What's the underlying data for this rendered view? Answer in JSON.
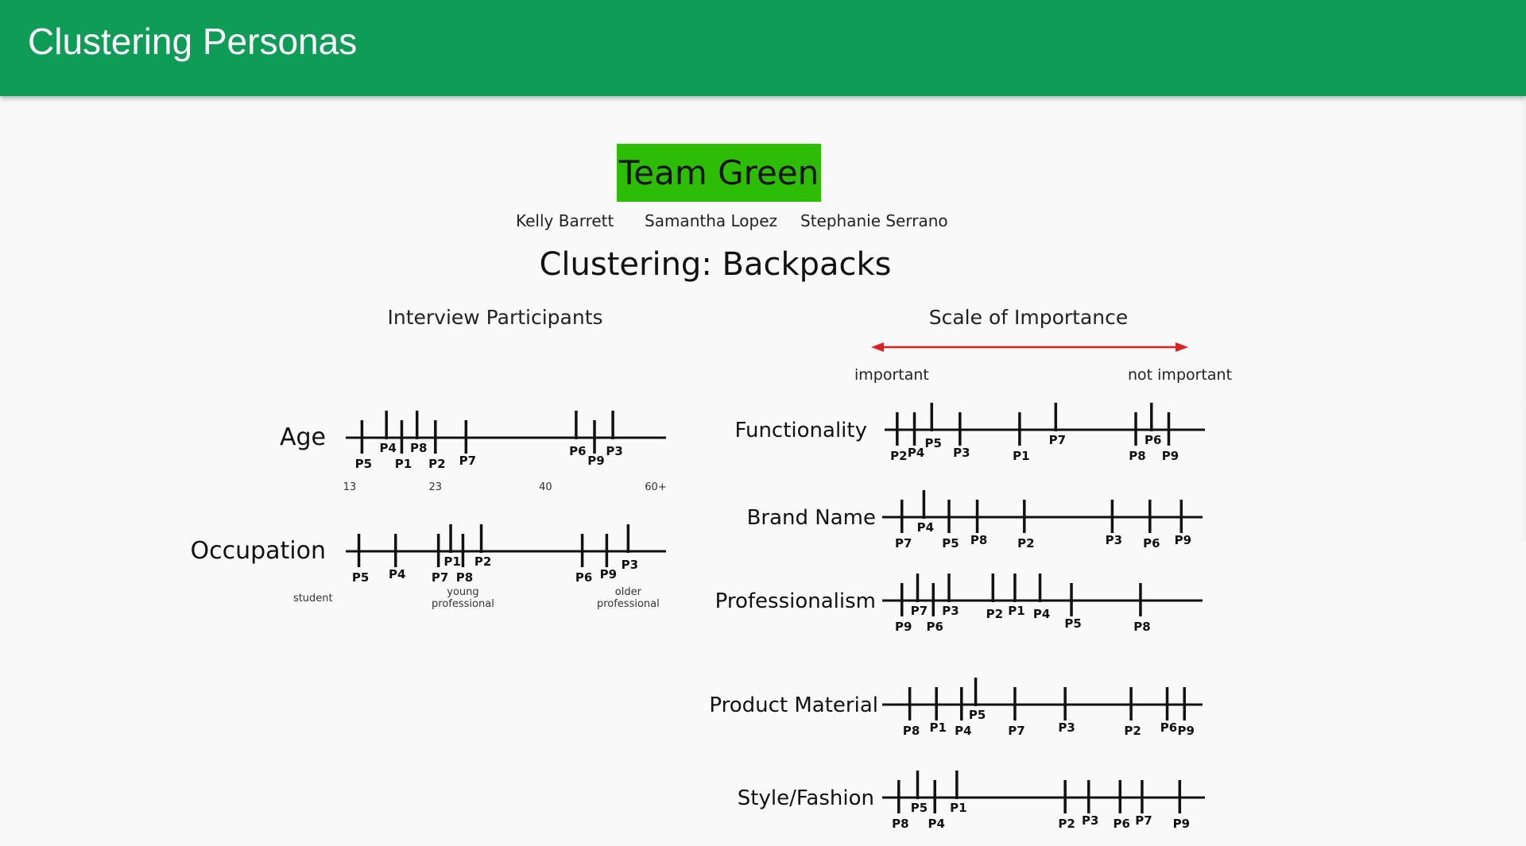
{
  "app": {
    "title": "Clustering Personas",
    "brand_color": "#0e9c57"
  },
  "poster": {
    "team_label": "Team Green",
    "team_color": "#2ebd05",
    "members": [
      "Kelly Barrett",
      "Samantha Lopez",
      "Stephanie Serrano"
    ],
    "title": "Clustering: Backpacks",
    "left_section_title": "Interview Participants",
    "right_section_title": "Scale of Importance",
    "scale_left_label": "important",
    "scale_right_label": "not important",
    "arrow_color": "#e02020"
  },
  "chart_data": [
    {
      "type": "scatter",
      "title": "Age",
      "section": "Interview Participants",
      "axis_ticks": [
        {
          "label": "13",
          "pos": 0.0
        },
        {
          "label": "23",
          "pos": 0.28
        },
        {
          "label": "40",
          "pos": 0.64
        },
        {
          "label": "60+",
          "pos": 1.0
        }
      ],
      "points": [
        {
          "id": "P5",
          "pos": 0.04,
          "style": "cross",
          "label_side": "below"
        },
        {
          "id": "P4",
          "pos": 0.12,
          "style": "up",
          "label_side": "below"
        },
        {
          "id": "P1",
          "pos": 0.17,
          "style": "cross",
          "label_side": "below"
        },
        {
          "id": "P8",
          "pos": 0.22,
          "style": "up",
          "label_side": "below"
        },
        {
          "id": "P2",
          "pos": 0.28,
          "style": "cross",
          "label_side": "below"
        },
        {
          "id": "P7",
          "pos": 0.38,
          "style": "cross",
          "label_side": "below"
        },
        {
          "id": "P6",
          "pos": 0.74,
          "style": "up",
          "label_side": "below"
        },
        {
          "id": "P9",
          "pos": 0.8,
          "style": "cross",
          "label_side": "below"
        },
        {
          "id": "P3",
          "pos": 0.86,
          "style": "up",
          "label_side": "below"
        }
      ]
    },
    {
      "type": "scatter",
      "title": "Occupation",
      "section": "Interview Participants",
      "axis_ticks": [
        {
          "label": "student",
          "pos": -0.12
        },
        {
          "label": "young professional",
          "pos": 0.37
        },
        {
          "label": "older professional",
          "pos": 0.91
        }
      ],
      "points": [
        {
          "id": "P5",
          "pos": 0.03,
          "style": "cross"
        },
        {
          "id": "P4",
          "pos": 0.15,
          "style": "cross"
        },
        {
          "id": "P7",
          "pos": 0.29,
          "style": "cross"
        },
        {
          "id": "P1",
          "pos": 0.33,
          "style": "up"
        },
        {
          "id": "P8",
          "pos": 0.37,
          "style": "cross"
        },
        {
          "id": "P2",
          "pos": 0.43,
          "style": "up"
        },
        {
          "id": "P6",
          "pos": 0.76,
          "style": "cross"
        },
        {
          "id": "P9",
          "pos": 0.84,
          "style": "cross"
        },
        {
          "id": "P3",
          "pos": 0.91,
          "style": "up"
        }
      ]
    },
    {
      "type": "scatter",
      "title": "Functionality",
      "section": "Scale of Importance",
      "xlabel_left": "important",
      "xlabel_right": "not important",
      "points": [
        {
          "id": "P2",
          "pos": 0.035,
          "style": "cross"
        },
        {
          "id": "P4",
          "pos": 0.09,
          "style": "cross"
        },
        {
          "id": "P5",
          "pos": 0.145,
          "style": "up"
        },
        {
          "id": "P3",
          "pos": 0.235,
          "style": "cross"
        },
        {
          "id": "P1",
          "pos": 0.425,
          "style": "cross"
        },
        {
          "id": "P7",
          "pos": 0.54,
          "style": "up"
        },
        {
          "id": "P8",
          "pos": 0.795,
          "style": "cross"
        },
        {
          "id": "P6",
          "pos": 0.845,
          "style": "up"
        },
        {
          "id": "P9",
          "pos": 0.9,
          "style": "cross"
        }
      ]
    },
    {
      "type": "scatter",
      "title": "Brand Name",
      "section": "Scale of Importance",
      "points": [
        {
          "id": "P7",
          "pos": 0.05,
          "style": "cross"
        },
        {
          "id": "P4",
          "pos": 0.12,
          "style": "up"
        },
        {
          "id": "P5",
          "pos": 0.2,
          "style": "cross"
        },
        {
          "id": "P8",
          "pos": 0.29,
          "style": "cross"
        },
        {
          "id": "P2",
          "pos": 0.44,
          "style": "cross"
        },
        {
          "id": "P3",
          "pos": 0.72,
          "style": "cross"
        },
        {
          "id": "P6",
          "pos": 0.84,
          "style": "cross"
        },
        {
          "id": "P9",
          "pos": 0.94,
          "style": "cross"
        }
      ]
    },
    {
      "type": "scatter",
      "title": "Professionalism",
      "section": "Scale of Importance",
      "points": [
        {
          "id": "P9",
          "pos": 0.05,
          "style": "cross"
        },
        {
          "id": "P7",
          "pos": 0.1,
          "style": "up"
        },
        {
          "id": "P6",
          "pos": 0.15,
          "style": "cross"
        },
        {
          "id": "P3",
          "pos": 0.2,
          "style": "up"
        },
        {
          "id": "P2",
          "pos": 0.34,
          "style": "up"
        },
        {
          "id": "P1",
          "pos": 0.41,
          "style": "up"
        },
        {
          "id": "P4",
          "pos": 0.49,
          "style": "up"
        },
        {
          "id": "P5",
          "pos": 0.59,
          "style": "cross"
        },
        {
          "id": "P8",
          "pos": 0.81,
          "style": "cross"
        }
      ]
    },
    {
      "type": "scatter",
      "title": "Product Material",
      "section": "Scale of Importance",
      "points": [
        {
          "id": "P8",
          "pos": 0.075,
          "style": "cross"
        },
        {
          "id": "P1",
          "pos": 0.16,
          "style": "cross"
        },
        {
          "id": "P4",
          "pos": 0.24,
          "style": "cross"
        },
        {
          "id": "P5",
          "pos": 0.285,
          "style": "up"
        },
        {
          "id": "P7",
          "pos": 0.41,
          "style": "cross"
        },
        {
          "id": "P3",
          "pos": 0.57,
          "style": "cross"
        },
        {
          "id": "P2",
          "pos": 0.78,
          "style": "cross"
        },
        {
          "id": "P6",
          "pos": 0.895,
          "style": "cross"
        },
        {
          "id": "P9",
          "pos": 0.95,
          "style": "cross"
        }
      ]
    },
    {
      "type": "scatter",
      "title": "Style/Fashion",
      "section": "Scale of Importance",
      "points": [
        {
          "id": "P8",
          "pos": 0.04,
          "style": "cross"
        },
        {
          "id": "P5",
          "pos": 0.1,
          "style": "up"
        },
        {
          "id": "P4",
          "pos": 0.155,
          "style": "cross"
        },
        {
          "id": "P1",
          "pos": 0.225,
          "style": "up"
        },
        {
          "id": "P2",
          "pos": 0.57,
          "style": "cross"
        },
        {
          "id": "P3",
          "pos": 0.645,
          "style": "cross"
        },
        {
          "id": "P6",
          "pos": 0.745,
          "style": "cross"
        },
        {
          "id": "P7",
          "pos": 0.815,
          "style": "cross"
        },
        {
          "id": "P9",
          "pos": 0.935,
          "style": "cross"
        }
      ]
    }
  ]
}
